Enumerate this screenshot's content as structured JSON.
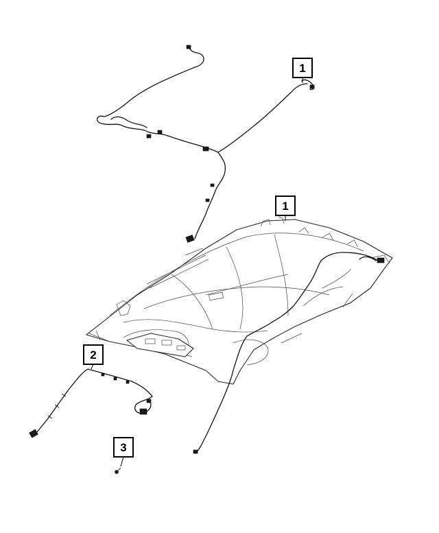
{
  "callouts": [
    {
      "id": "callout-1-upper",
      "label": "1"
    },
    {
      "id": "callout-1-lower",
      "label": "1"
    },
    {
      "id": "callout-2",
      "label": "2"
    },
    {
      "id": "callout-3",
      "label": "3"
    }
  ],
  "colors": {
    "line": "#111111",
    "background": "#ffffff"
  }
}
